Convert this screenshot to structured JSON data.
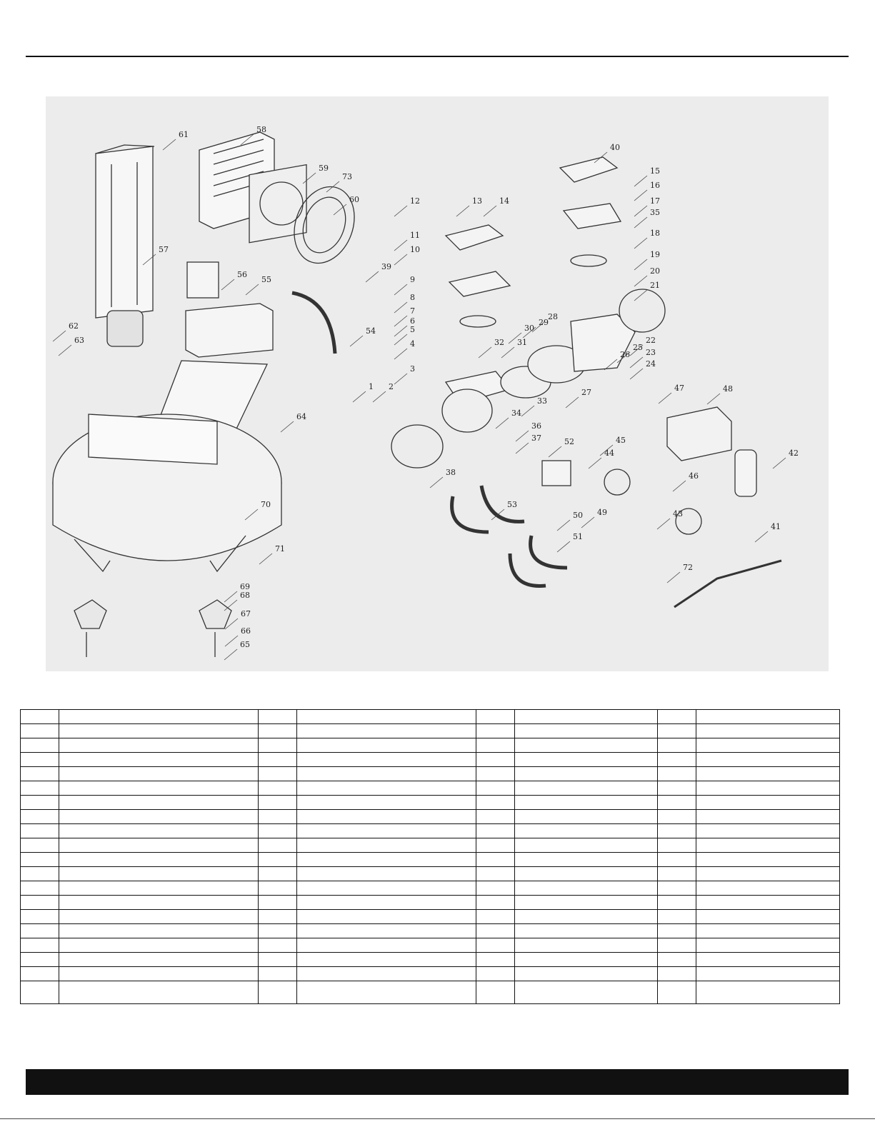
{
  "diagram": {
    "title": "Exploded parts view of oil-free air compressor",
    "callouts": [
      "1",
      "2",
      "3",
      "4",
      "5",
      "6",
      "7",
      "8",
      "9",
      "10",
      "11",
      "12",
      "13",
      "14",
      "15",
      "16",
      "17",
      "18",
      "19",
      "20",
      "21",
      "22",
      "23",
      "24",
      "25",
      "26",
      "27",
      "28",
      "29",
      "30",
      "31",
      "32",
      "33",
      "34",
      "35",
      "36",
      "37",
      "38",
      "39",
      "40",
      "41",
      "42",
      "43",
      "44",
      "45",
      "46",
      "47",
      "48",
      "49",
      "50",
      "51",
      "52",
      "53",
      "54",
      "55",
      "56",
      "57",
      "58",
      "59",
      "60",
      "61",
      "62",
      "63",
      "64",
      "65",
      "66",
      "67",
      "68",
      "69",
      "70",
      "71",
      "72",
      "73"
    ]
  },
  "colors": {
    "ink": "#222222",
    "drawing_bg": "#ececec",
    "footer_bar": "#111111"
  },
  "parts_table": {
    "columns": 8,
    "rows": 20
  }
}
